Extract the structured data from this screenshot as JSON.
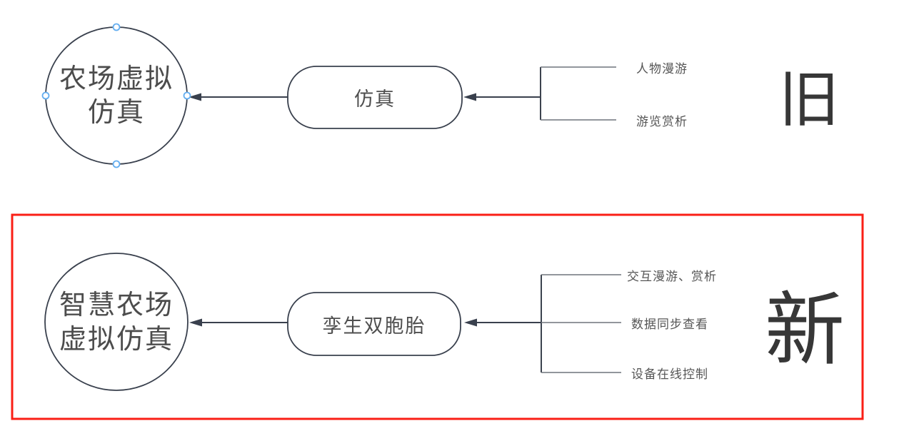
{
  "diagram_title": "farm-virtual-simulation-old-vs-new",
  "colors": {
    "shape_stroke": "#39404d",
    "connector_line": "#39404d",
    "bracket_branch_line": "#6f747c",
    "node_text": "#4c4c4c",
    "branch_text": "#565656",
    "tag_text": "#373737",
    "highlight_box": "#fa1f16",
    "selection_handle": "#64aef0",
    "background": "#ffffff"
  },
  "old_section": {
    "tag": "旧",
    "circle_label_lines": [
      "农场虚拟",
      "仿真"
    ],
    "process_label": "仿真",
    "branches": [
      {
        "label": "人物漫游"
      },
      {
        "label": "游览赏析"
      }
    ]
  },
  "new_section": {
    "tag": "新",
    "circle_label_lines": [
      "智慧农场",
      "虚拟仿真"
    ],
    "process_label": "孪生双胞胎",
    "branches": [
      {
        "label": "交互漫游、赏析"
      },
      {
        "label": "数据同步查看"
      },
      {
        "label": "设备在线控制"
      }
    ]
  }
}
